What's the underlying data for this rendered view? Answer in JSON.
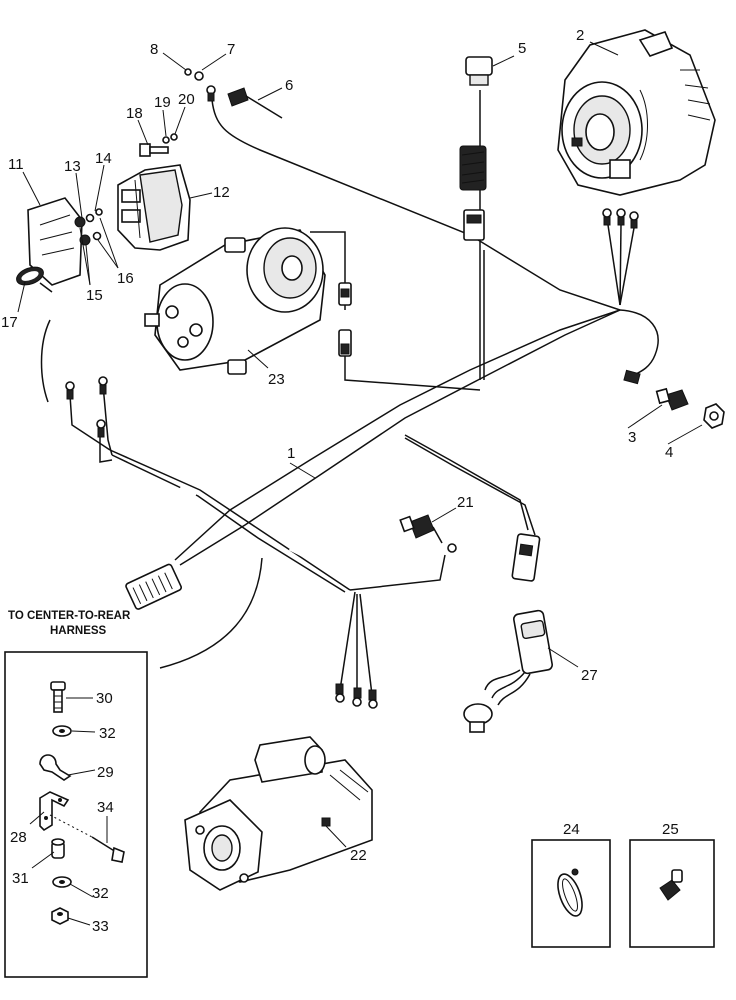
{
  "labels": {
    "c1": "1",
    "c2": "2",
    "c3": "3",
    "c4": "4",
    "c5": "5",
    "c6": "6",
    "c7": "7",
    "c8": "8",
    "c11": "11",
    "c12": "12",
    "c13": "13",
    "c14": "14",
    "c15": "15",
    "c16": "16",
    "c17": "17",
    "c18": "18",
    "c19": "19",
    "c20": "20",
    "c21": "21",
    "c22": "22",
    "c23": "23",
    "c24": "24",
    "c25": "25",
    "c27": "27",
    "c28": "28",
    "c29": "29",
    "c30": "30",
    "c31": "31",
    "c32a": "32",
    "c32b": "32",
    "c33": "33",
    "c34": "34"
  },
  "note": {
    "line1": "TO CENTER-TO-REAR",
    "line2": "HARNESS"
  }
}
